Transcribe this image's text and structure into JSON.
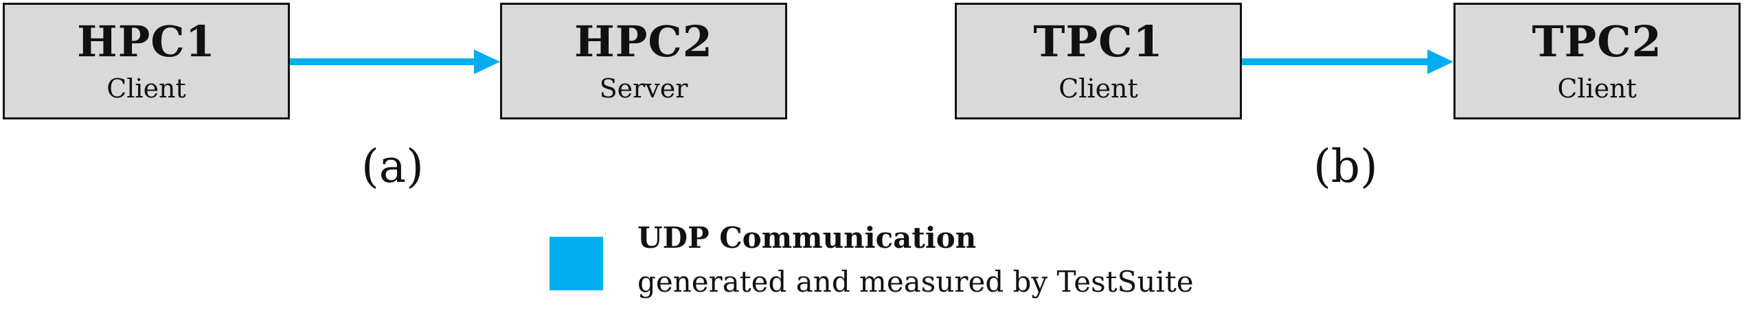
{
  "colors": {
    "arrow": "#00aeef",
    "box_fill": "#d9d9d9",
    "border": "#111111"
  },
  "diagram_a": {
    "label": "(a)",
    "nodes": [
      {
        "title": "HPC1",
        "role": "Client"
      },
      {
        "title": "HPC2",
        "role": "Server"
      }
    ]
  },
  "diagram_b": {
    "label": "(b)",
    "nodes": [
      {
        "title": "TPC1",
        "role": "Client"
      },
      {
        "title": "TPC2",
        "role": "Client"
      }
    ]
  },
  "legend": {
    "title": "UDP Communication",
    "description": "generated and measured by TestSuite"
  }
}
